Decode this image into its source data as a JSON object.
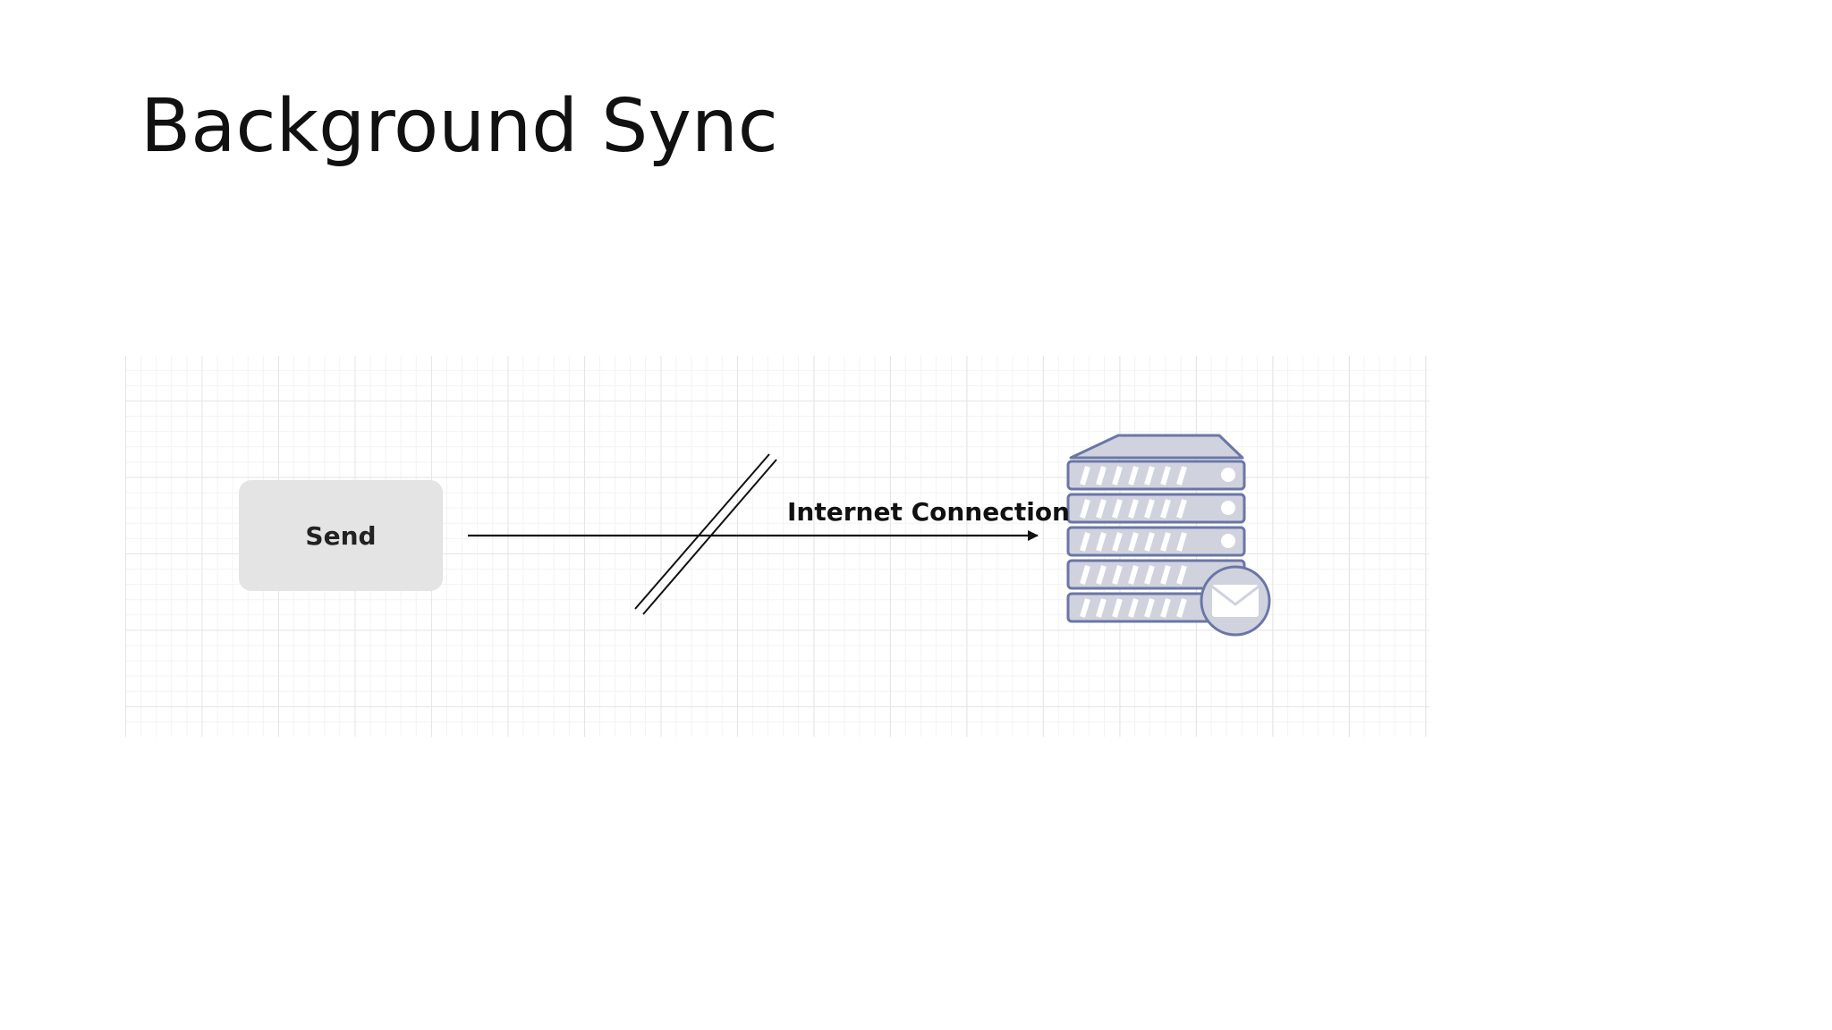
{
  "slide": {
    "title": "Background Sync"
  },
  "diagram": {
    "sender": {
      "label": "Send"
    },
    "connection": {
      "label": "Internet Connection",
      "state": "broken"
    },
    "receiver": {
      "icon": "mail-server-icon",
      "badge_icon": "envelope-icon"
    }
  },
  "colors": {
    "server_fill": "#d3d6e1",
    "server_stroke": "#6b76a6",
    "send_box": "#e4e4e4"
  }
}
